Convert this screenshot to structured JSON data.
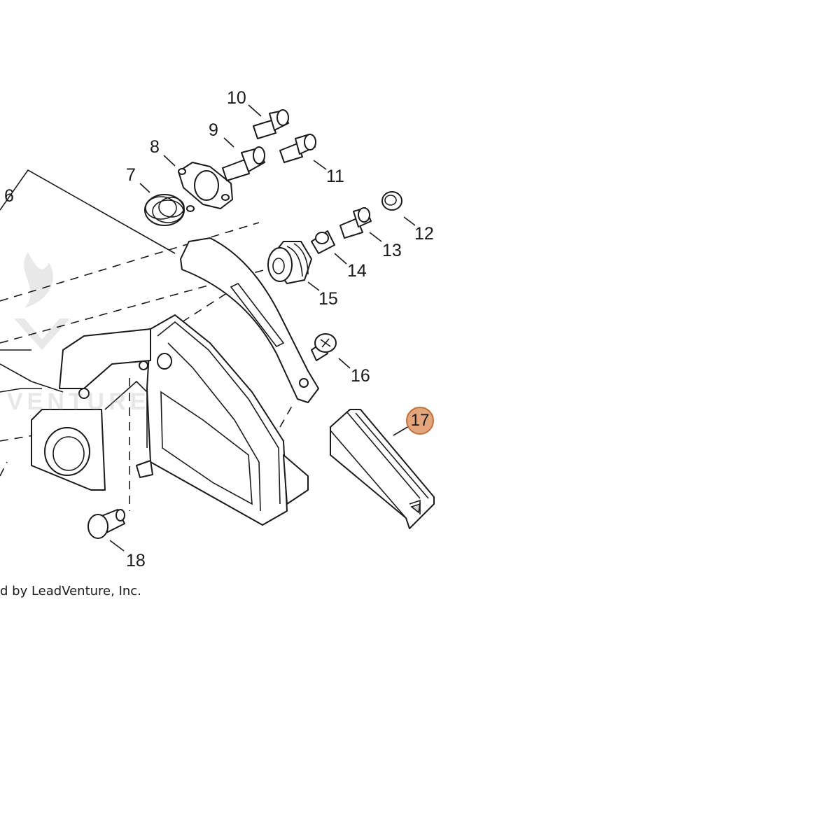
{
  "diagram": {
    "callouts": {
      "c6": "6",
      "c7": "7",
      "c8": "8",
      "c9": "9",
      "c10": "10",
      "c11": "11",
      "c12": "12",
      "c13": "13",
      "c14": "14",
      "c15": "15",
      "c16": "16",
      "c17": "17",
      "c18": "18"
    },
    "highlighted_part": "17",
    "highlight_color": "#e5a57c",
    "watermark_text": "VENTURE",
    "copyright_text": "d by LeadVenture, Inc."
  }
}
